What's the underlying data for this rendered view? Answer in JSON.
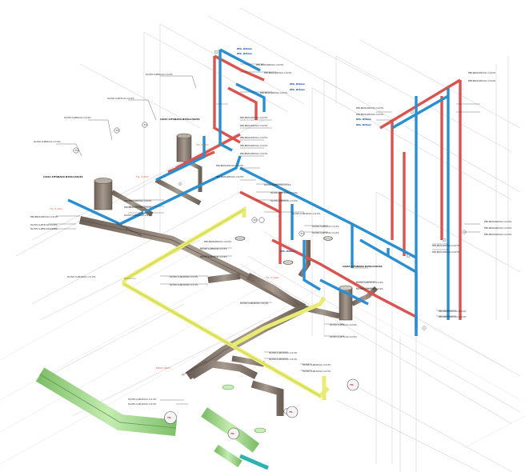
{
  "labels": {
    "soil_lines": [
      "SV-PVC-S-Ø50mm-i=2.0%",
      "SV-PVC-S-Ø75mm-i=2.0%",
      "SV-PVC-S-Ø100mm-i=2.0%",
      "SV-PVC-S-Ø110mm-i=1.5%",
      "SV-PVC-S-Ø150mm-i=1.0%"
    ],
    "water_lines": [
      "PPR-PN20-Ø20mm-i=0.5%",
      "PPR-PN20-Ø25mm-i=0.5%",
      "PPR-PN20-Ø32mm-i=0.5%"
    ],
    "blue_tags": [
      "REG. Ø20mm",
      "REG. Ø25mm"
    ],
    "orange_tags": [
      "TIL. 2.45m",
      "TIL. 2.10m"
    ],
    "red_tag": "PISO 1.80m",
    "box_headers": [
      "CAIXA SIFONADA Ø150x150x50"
    ],
    "left_tag": "SV-PVC-S-Ø100mm-i=1.0%",
    "ring_tags": [
      "TQ",
      "TQ",
      "TQ",
      "TQ",
      "TQ"
    ],
    "bubbles": [
      "TIL",
      "TIL",
      "TIL",
      "TIL"
    ]
  },
  "colors": {
    "soil": "#8e8176",
    "hot": "#d9534f",
    "cold": "#2a8fd0",
    "gas": "#e9ec73",
    "vent": "#a8dd8f",
    "teal": "#2bb3b0",
    "wall": "#d8d8d8"
  }
}
